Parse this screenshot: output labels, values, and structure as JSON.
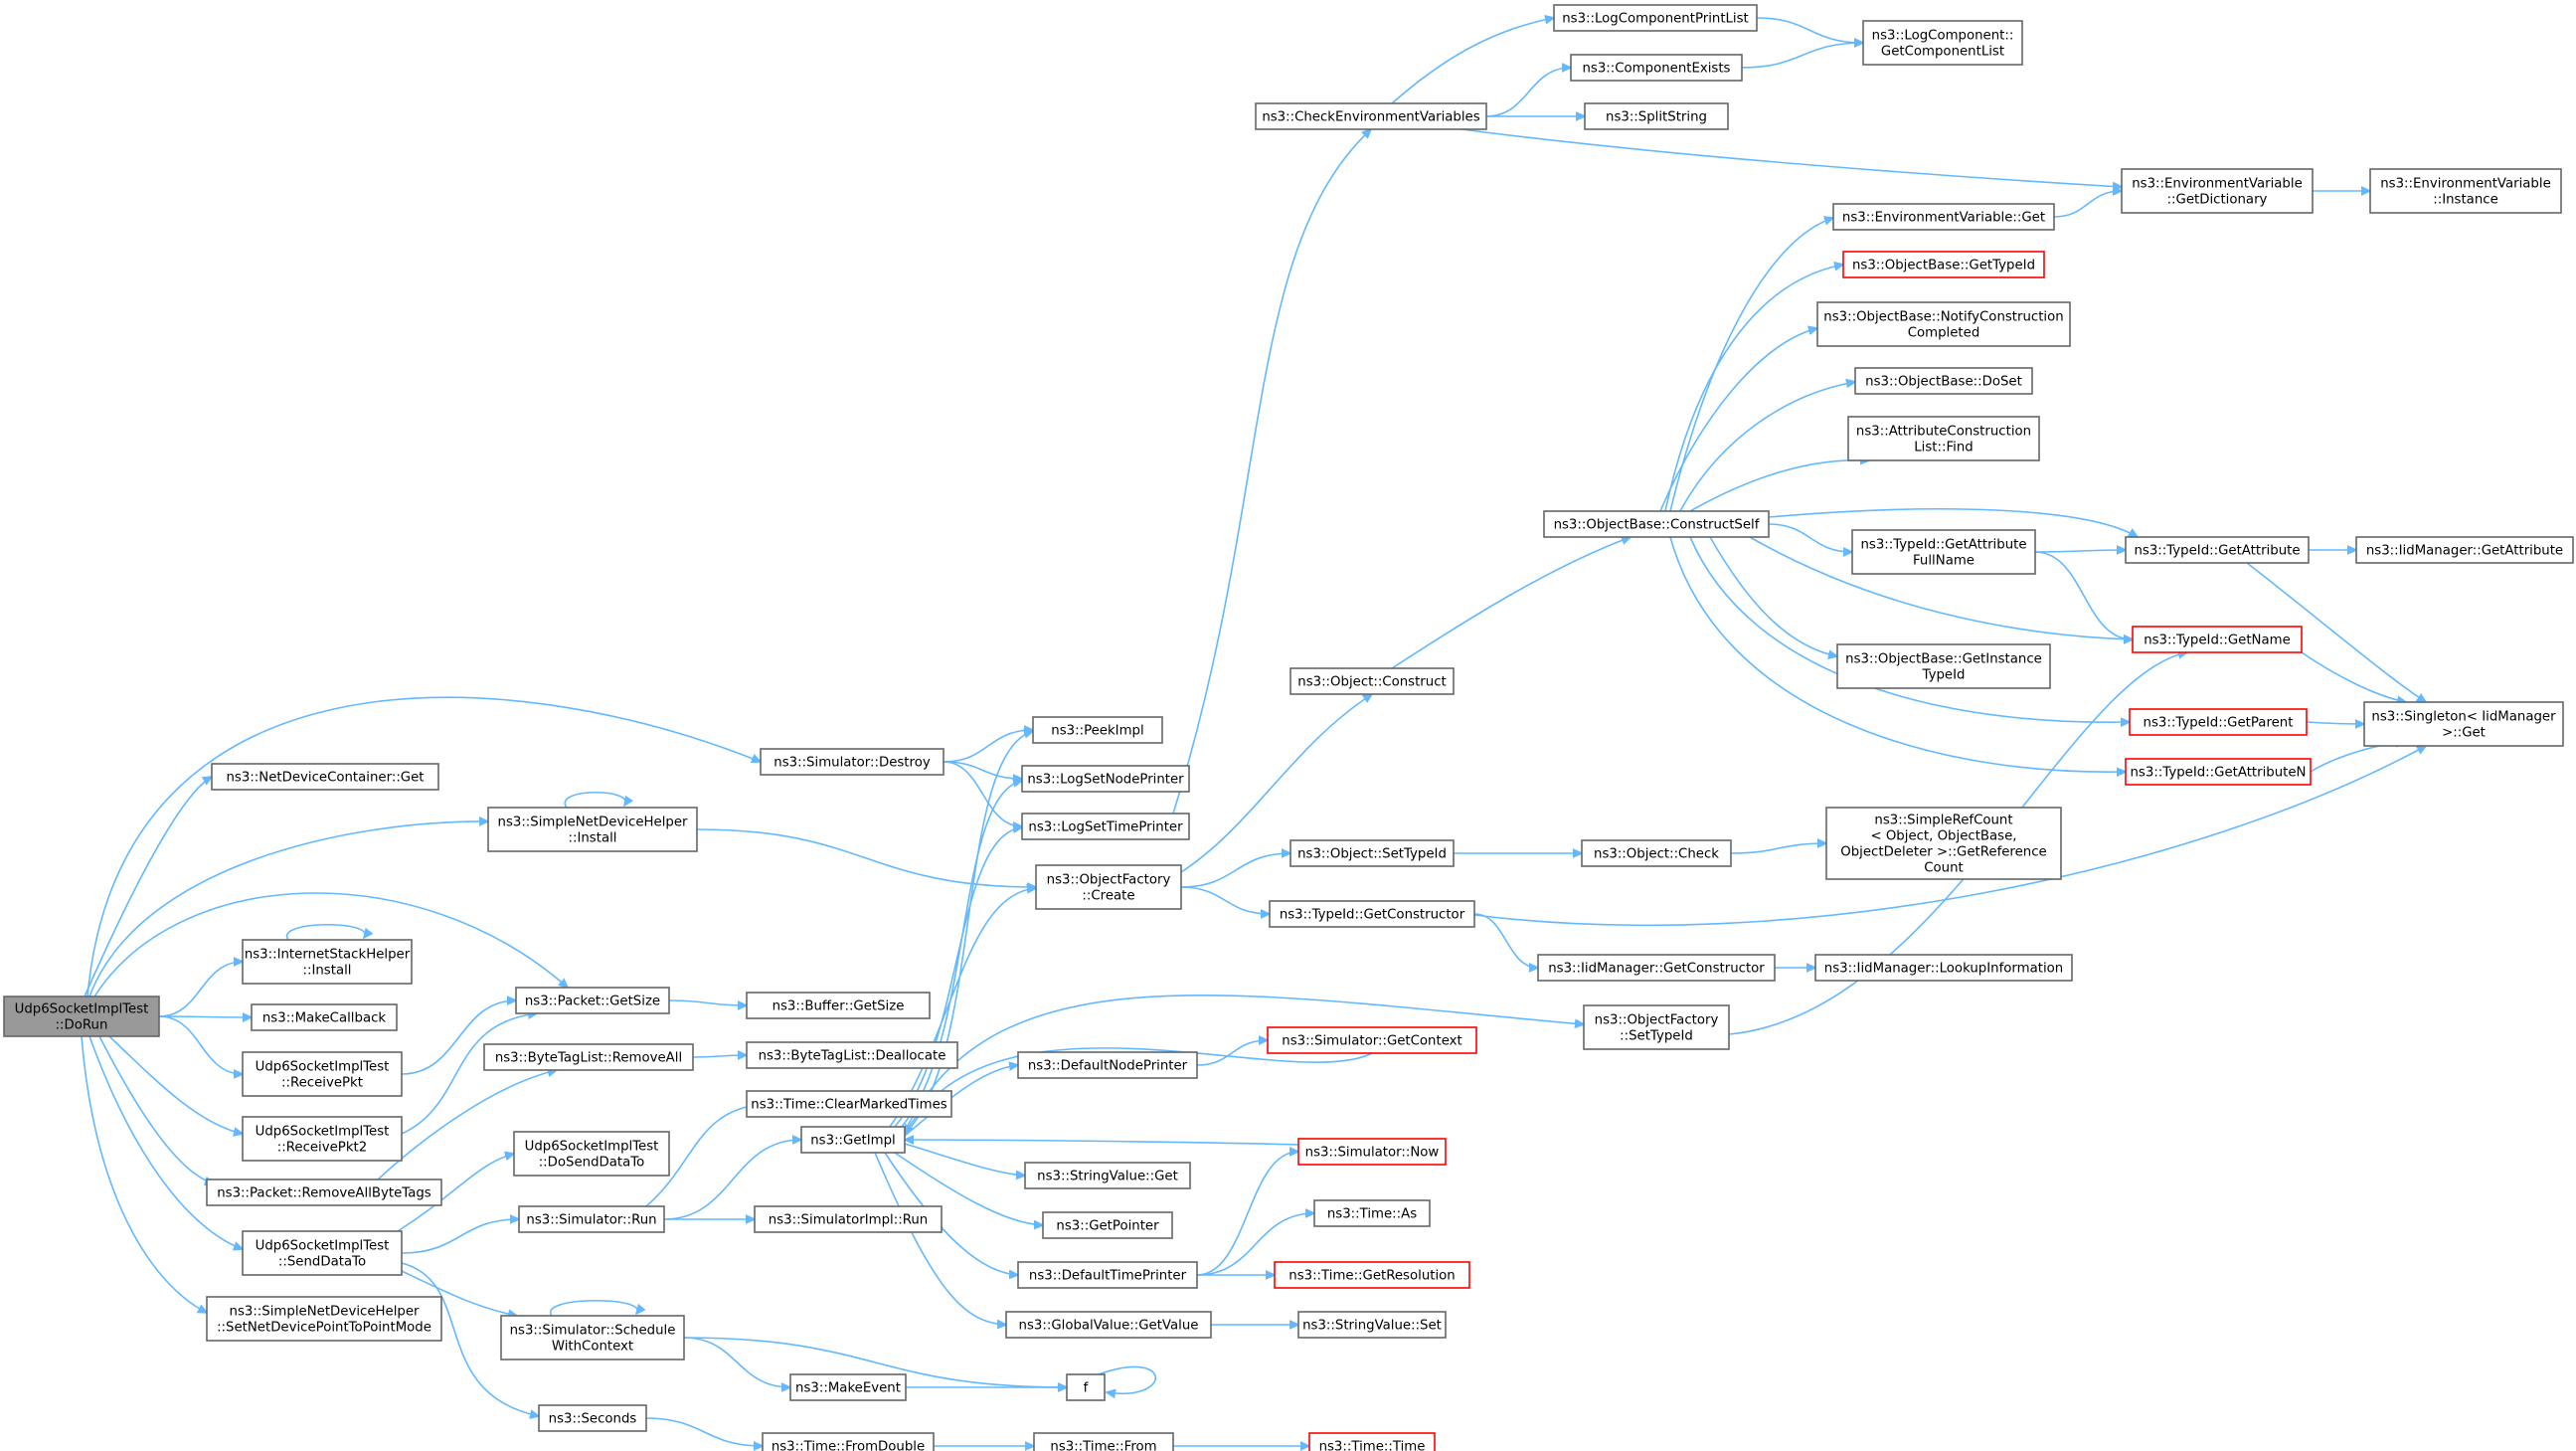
{
  "graph": {
    "nodes": [
      {
        "id": "root",
        "lines": [
          "Udp6SocketImplTest",
          "::DoRun"
        ],
        "style": "grey"
      },
      {
        "id": "ndcGet",
        "lines": [
          "ns3::NetDeviceContainer::Get"
        ]
      },
      {
        "id": "simDestroy",
        "lines": [
          "ns3::Simulator::Destroy"
        ]
      },
      {
        "id": "sndhInstall",
        "lines": [
          "ns3::SimpleNetDeviceHelper",
          "::Install"
        ]
      },
      {
        "id": "ishInstall",
        "lines": [
          "ns3::InternetStackHelper",
          "::Install"
        ]
      },
      {
        "id": "makeCallback",
        "lines": [
          "ns3::MakeCallback"
        ]
      },
      {
        "id": "pktGetSize",
        "lines": [
          "ns3::Packet::GetSize"
        ]
      },
      {
        "id": "receivePkt",
        "lines": [
          "Udp6SocketImplTest",
          "::ReceivePkt"
        ]
      },
      {
        "id": "receivePkt2",
        "lines": [
          "Udp6SocketImplTest",
          "::ReceivePkt2"
        ]
      },
      {
        "id": "removeAllByteTags",
        "lines": [
          "ns3::Packet::RemoveAllByteTags"
        ]
      },
      {
        "id": "sendDataTo",
        "lines": [
          "Udp6SocketImplTest",
          "::SendDataTo"
        ]
      },
      {
        "id": "setPtp",
        "lines": [
          "ns3::SimpleNetDeviceHelper",
          "::SetNetDevicePointToPointMode"
        ]
      },
      {
        "id": "btlRemoveAll",
        "lines": [
          "ns3::ByteTagList::RemoveAll"
        ]
      },
      {
        "id": "doSendDataTo",
        "lines": [
          "Udp6SocketImplTest",
          "::DoSendDataTo"
        ]
      },
      {
        "id": "simRun",
        "lines": [
          "ns3::Simulator::Run"
        ]
      },
      {
        "id": "schedCtx",
        "lines": [
          "ns3::Simulator::Schedule",
          "WithContext"
        ]
      },
      {
        "id": "seconds",
        "lines": [
          "ns3::Seconds"
        ]
      },
      {
        "id": "bufGetSize",
        "lines": [
          "ns3::Buffer::GetSize"
        ]
      },
      {
        "id": "btlDealloc",
        "lines": [
          "ns3::ByteTagList::Deallocate"
        ]
      },
      {
        "id": "clearMarked",
        "lines": [
          "ns3::Time::ClearMarkedTimes"
        ]
      },
      {
        "id": "getImpl",
        "lines": [
          "ns3::GetImpl"
        ]
      },
      {
        "id": "simImplRun",
        "lines": [
          "ns3::SimulatorImpl::Run"
        ]
      },
      {
        "id": "makeEvent",
        "lines": [
          "ns3::MakeEvent"
        ]
      },
      {
        "id": "fromDouble",
        "lines": [
          "ns3::Time::FromDouble"
        ]
      },
      {
        "id": "peekImpl",
        "lines": [
          "ns3::PeekImpl"
        ]
      },
      {
        "id": "logNode",
        "lines": [
          "ns3::LogSetNodePrinter"
        ]
      },
      {
        "id": "logTime",
        "lines": [
          "ns3::LogSetTimePrinter"
        ]
      },
      {
        "id": "ofCreate",
        "lines": [
          "ns3::ObjectFactory",
          "::Create"
        ]
      },
      {
        "id": "defNodePrinter",
        "lines": [
          "ns3::DefaultNodePrinter"
        ]
      },
      {
        "id": "strValGet",
        "lines": [
          "ns3::StringValue::Get"
        ]
      },
      {
        "id": "getPointer",
        "lines": [
          "ns3::GetPointer"
        ]
      },
      {
        "id": "defTimePrinter",
        "lines": [
          "ns3::DefaultTimePrinter"
        ]
      },
      {
        "id": "gvGetValue",
        "lines": [
          "ns3::GlobalValue::GetValue"
        ]
      },
      {
        "id": "f",
        "lines": [
          "f"
        ]
      },
      {
        "id": "timeFrom",
        "lines": [
          "ns3::Time::From"
        ]
      },
      {
        "id": "checkEnv",
        "lines": [
          "ns3::CheckEnvironmentVariables"
        ]
      },
      {
        "id": "objConstruct",
        "lines": [
          "ns3::Object::Construct"
        ]
      },
      {
        "id": "objSetTypeId",
        "lines": [
          "ns3::Object::SetTypeId"
        ]
      },
      {
        "id": "tidGetCtor",
        "lines": [
          "ns3::TypeId::GetConstructor"
        ]
      },
      {
        "id": "simGetContext",
        "lines": [
          "ns3::Simulator::GetContext"
        ],
        "style": "red"
      },
      {
        "id": "simNow",
        "lines": [
          "ns3::Simulator::Now"
        ],
        "style": "red"
      },
      {
        "id": "timeAs",
        "lines": [
          "ns3::Time::As"
        ]
      },
      {
        "id": "timeGetRes",
        "lines": [
          "ns3::Time::GetResolution"
        ],
        "style": "red"
      },
      {
        "id": "strValSet",
        "lines": [
          "ns3::StringValue::Set"
        ]
      },
      {
        "id": "timeTime",
        "lines": [
          "ns3::Time::Time"
        ],
        "style": "red"
      },
      {
        "id": "logPrintList",
        "lines": [
          "ns3::LogComponentPrintList"
        ]
      },
      {
        "id": "compExists",
        "lines": [
          "ns3::ComponentExists"
        ]
      },
      {
        "id": "splitString",
        "lines": [
          "ns3::SplitString"
        ]
      },
      {
        "id": "objCheck",
        "lines": [
          "ns3::Object::Check"
        ]
      },
      {
        "id": "iidGetCtor",
        "lines": [
          "ns3::IidManager::GetConstructor"
        ]
      },
      {
        "id": "ofSetTypeId",
        "lines": [
          "ns3::ObjectFactory",
          "::SetTypeId"
        ]
      },
      {
        "id": "envVarGet",
        "lines": [
          "ns3::EnvironmentVariable::Get"
        ]
      },
      {
        "id": "obGetTypeId",
        "lines": [
          "ns3::ObjectBase::GetTypeId"
        ],
        "style": "red"
      },
      {
        "id": "obNotify",
        "lines": [
          "ns3::ObjectBase::NotifyConstruction",
          "Completed"
        ]
      },
      {
        "id": "obDoSet",
        "lines": [
          "ns3::ObjectBase::DoSet"
        ]
      },
      {
        "id": "aclFind",
        "lines": [
          "ns3::AttributeConstruction",
          "List::Find"
        ]
      },
      {
        "id": "obConstructSelf",
        "lines": [
          "ns3::ObjectBase::ConstructSelf"
        ]
      },
      {
        "id": "tidGetAttrFullName",
        "lines": [
          "ns3::TypeId::GetAttribute",
          "FullName"
        ]
      },
      {
        "id": "obGetInstTid",
        "lines": [
          "ns3::ObjectBase::GetInstance",
          "TypeId"
        ]
      },
      {
        "id": "srcGetRefCount",
        "lines": [
          "ns3::SimpleRefCount",
          "< Object, ObjectBase,",
          "ObjectDeleter >::GetReference",
          "Count"
        ]
      },
      {
        "id": "iidLookup",
        "lines": [
          "ns3::IidManager::LookupInformation"
        ]
      },
      {
        "id": "lcGetList",
        "lines": [
          "ns3::LogComponent::",
          "GetComponentList"
        ]
      },
      {
        "id": "envGetDict",
        "lines": [
          "ns3::EnvironmentVariable",
          "::GetDictionary"
        ]
      },
      {
        "id": "tidGetAttribute",
        "lines": [
          "ns3::TypeId::GetAttribute"
        ]
      },
      {
        "id": "tidGetName",
        "lines": [
          "ns3::TypeId::GetName"
        ],
        "style": "red"
      },
      {
        "id": "tidGetParent",
        "lines": [
          "ns3::TypeId::GetParent"
        ],
        "style": "red"
      },
      {
        "id": "tidGetAttrN",
        "lines": [
          "ns3::TypeId::GetAttributeN"
        ],
        "style": "red"
      },
      {
        "id": "envInstance",
        "lines": [
          "ns3::EnvironmentVariable",
          "::Instance"
        ]
      },
      {
        "id": "iidGetAttr",
        "lines": [
          "ns3::IidManager::GetAttribute"
        ]
      },
      {
        "id": "singletonGet",
        "lines": [
          "ns3::Singleton< IidManager",
          ">::Get"
        ]
      }
    ],
    "edges": [
      [
        "root",
        "ndcGet"
      ],
      [
        "root",
        "simDestroy"
      ],
      [
        "root",
        "sndhInstall"
      ],
      [
        "root",
        "ishInstall"
      ],
      [
        "root",
        "makeCallback"
      ],
      [
        "root",
        "pktGetSize"
      ],
      [
        "root",
        "receivePkt"
      ],
      [
        "root",
        "receivePkt2"
      ],
      [
        "root",
        "removeAllByteTags"
      ],
      [
        "root",
        "sendDataTo"
      ],
      [
        "root",
        "setPtp"
      ],
      [
        "simDestroy",
        "peekImpl"
      ],
      [
        "simDestroy",
        "logNode"
      ],
      [
        "simDestroy",
        "logTime"
      ],
      [
        "sndhInstall",
        "sndhInstall"
      ],
      [
        "sndhInstall",
        "ofCreate"
      ],
      [
        "ishInstall",
        "ishInstall"
      ],
      [
        "receivePkt",
        "pktGetSize"
      ],
      [
        "receivePkt2",
        "pktGetSize"
      ],
      [
        "pktGetSize",
        "bufGetSize"
      ],
      [
        "removeAllByteTags",
        "btlRemoveAll"
      ],
      [
        "btlRemoveAll",
        "btlDealloc"
      ],
      [
        "sendDataTo",
        "doSendDataTo"
      ],
      [
        "sendDataTo",
        "simRun"
      ],
      [
        "sendDataTo",
        "schedCtx"
      ],
      [
        "sendDataTo",
        "seconds"
      ],
      [
        "simRun",
        "clearMarked"
      ],
      [
        "simRun",
        "getImpl"
      ],
      [
        "simRun",
        "simImplRun"
      ],
      [
        "schedCtx",
        "schedCtx"
      ],
      [
        "schedCtx",
        "makeEvent"
      ],
      [
        "schedCtx",
        "f"
      ],
      [
        "makeEvent",
        "f"
      ],
      [
        "f",
        "f"
      ],
      [
        "seconds",
        "fromDouble"
      ],
      [
        "fromDouble",
        "timeFrom"
      ],
      [
        "timeFrom",
        "timeTime"
      ],
      [
        "getImpl",
        "peekImpl"
      ],
      [
        "getImpl",
        "logNode"
      ],
      [
        "getImpl",
        "logTime"
      ],
      [
        "getImpl",
        "ofCreate"
      ],
      [
        "getImpl",
        "defNodePrinter"
      ],
      [
        "getImpl",
        "strValGet"
      ],
      [
        "getImpl",
        "getPointer"
      ],
      [
        "getImpl",
        "defTimePrinter"
      ],
      [
        "getImpl",
        "gvGetValue"
      ],
      [
        "getImpl",
        "ofSetTypeId"
      ],
      [
        "logTime",
        "checkEnv"
      ],
      [
        "ofCreate",
        "objConstruct"
      ],
      [
        "ofCreate",
        "objSetTypeId"
      ],
      [
        "ofCreate",
        "tidGetCtor"
      ],
      [
        "defNodePrinter",
        "simGetContext"
      ],
      [
        "simGetContext",
        "getImpl"
      ],
      [
        "defTimePrinter",
        "simNow"
      ],
      [
        "defTimePrinter",
        "timeAs"
      ],
      [
        "defTimePrinter",
        "timeGetRes"
      ],
      [
        "simNow",
        "getImpl"
      ],
      [
        "gvGetValue",
        "strValSet"
      ],
      [
        "checkEnv",
        "logPrintList"
      ],
      [
        "checkEnv",
        "compExists"
      ],
      [
        "checkEnv",
        "splitString"
      ],
      [
        "checkEnv",
        "envGetDict"
      ],
      [
        "logPrintList",
        "lcGetList"
      ],
      [
        "compExists",
        "lcGetList"
      ],
      [
        "objConstruct",
        "obConstructSelf"
      ],
      [
        "objSetTypeId",
        "objCheck"
      ],
      [
        "objCheck",
        "srcGetRefCount"
      ],
      [
        "tidGetCtor",
        "iidGetCtor"
      ],
      [
        "tidGetCtor",
        "singletonGet"
      ],
      [
        "iidGetCtor",
        "iidLookup"
      ],
      [
        "ofSetTypeId",
        "tidGetName"
      ],
      [
        "obConstructSelf",
        "envVarGet"
      ],
      [
        "obConstructSelf",
        "obGetTypeId"
      ],
      [
        "obConstructSelf",
        "obNotify"
      ],
      [
        "obConstructSelf",
        "obDoSet"
      ],
      [
        "obConstructSelf",
        "aclFind"
      ],
      [
        "obConstructSelf",
        "tidGetAttrFullName"
      ],
      [
        "obConstructSelf",
        "tidGetAttribute"
      ],
      [
        "obConstructSelf",
        "tidGetName"
      ],
      [
        "obConstructSelf",
        "obGetInstTid"
      ],
      [
        "obConstructSelf",
        "tidGetParent"
      ],
      [
        "obConstructSelf",
        "tidGetAttrN"
      ],
      [
        "envVarGet",
        "envGetDict"
      ],
      [
        "envGetDict",
        "envInstance"
      ],
      [
        "tidGetAttrFullName",
        "tidGetAttribute"
      ],
      [
        "tidGetAttrFullName",
        "tidGetName"
      ],
      [
        "tidGetAttribute",
        "iidGetAttr"
      ],
      [
        "tidGetAttribute",
        "singletonGet"
      ],
      [
        "tidGetName",
        "singletonGet"
      ],
      [
        "tidGetParent",
        "singletonGet"
      ],
      [
        "tidGetAttrN",
        "singletonGet"
      ]
    ]
  }
}
